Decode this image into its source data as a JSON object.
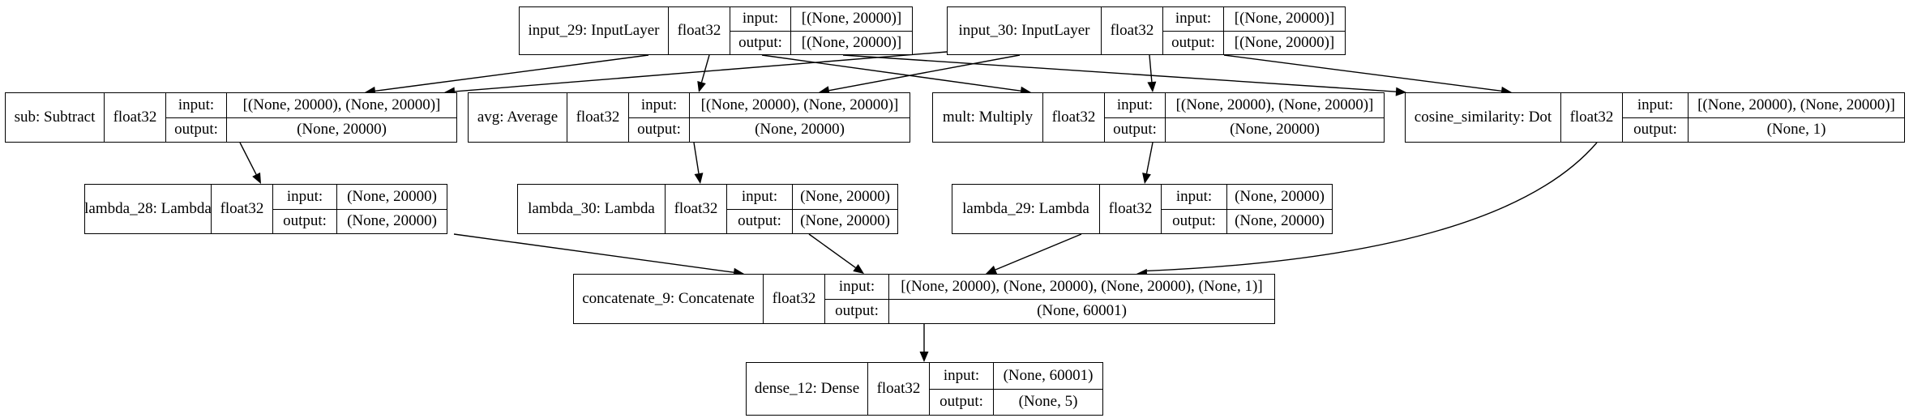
{
  "nodes": {
    "input_29": {
      "name": "input_29: InputLayer",
      "dtype": "float32",
      "input_label": "input:",
      "output_label": "output:",
      "input": "[(None, 20000)]",
      "output": "[(None, 20000)]"
    },
    "input_30": {
      "name": "input_30: InputLayer",
      "dtype": "float32",
      "input_label": "input:",
      "output_label": "output:",
      "input": "[(None, 20000)]",
      "output": "[(None, 20000)]"
    },
    "sub": {
      "name": "sub: Subtract",
      "dtype": "float32",
      "input_label": "input:",
      "output_label": "output:",
      "input": "[(None, 20000), (None, 20000)]",
      "output": "(None, 20000)"
    },
    "avg": {
      "name": "avg: Average",
      "dtype": "float32",
      "input_label": "input:",
      "output_label": "output:",
      "input": "[(None, 20000), (None, 20000)]",
      "output": "(None, 20000)"
    },
    "mult": {
      "name": "mult: Multiply",
      "dtype": "float32",
      "input_label": "input:",
      "output_label": "output:",
      "input": "[(None, 20000), (None, 20000)]",
      "output": "(None, 20000)"
    },
    "cosine": {
      "name": "cosine_similarity: Dot",
      "dtype": "float32",
      "input_label": "input:",
      "output_label": "output:",
      "input": "[(None, 20000), (None, 20000)]",
      "output": "(None, 1)"
    },
    "lambda_28": {
      "name": "lambda_28: Lambda",
      "dtype": "float32",
      "input_label": "input:",
      "output_label": "output:",
      "input": "(None, 20000)",
      "output": "(None, 20000)"
    },
    "lambda_30": {
      "name": "lambda_30: Lambda",
      "dtype": "float32",
      "input_label": "input:",
      "output_label": "output:",
      "input": "(None, 20000)",
      "output": "(None, 20000)"
    },
    "lambda_29": {
      "name": "lambda_29: Lambda",
      "dtype": "float32",
      "input_label": "input:",
      "output_label": "output:",
      "input": "(None, 20000)",
      "output": "(None, 20000)"
    },
    "concat": {
      "name": "concatenate_9: Concatenate",
      "dtype": "float32",
      "input_label": "input:",
      "output_label": "output:",
      "input": "[(None, 20000), (None, 20000), (None, 20000), (None, 1)]",
      "output": "(None, 60001)"
    },
    "dense": {
      "name": "dense_12: Dense",
      "dtype": "float32",
      "input_label": "input:",
      "output_label": "output:",
      "input": "(None, 60001)",
      "output": "(None, 5)"
    }
  },
  "edges": [
    [
      "input_29",
      "sub"
    ],
    [
      "input_29",
      "avg"
    ],
    [
      "input_29",
      "mult"
    ],
    [
      "input_29",
      "cosine"
    ],
    [
      "input_30",
      "sub"
    ],
    [
      "input_30",
      "avg"
    ],
    [
      "input_30",
      "mult"
    ],
    [
      "input_30",
      "cosine"
    ],
    [
      "sub",
      "lambda_28"
    ],
    [
      "avg",
      "lambda_30"
    ],
    [
      "mult",
      "lambda_29"
    ],
    [
      "lambda_28",
      "concat"
    ],
    [
      "lambda_30",
      "concat"
    ],
    [
      "lambda_29",
      "concat"
    ],
    [
      "cosine",
      "concat"
    ],
    [
      "concat",
      "dense"
    ]
  ]
}
